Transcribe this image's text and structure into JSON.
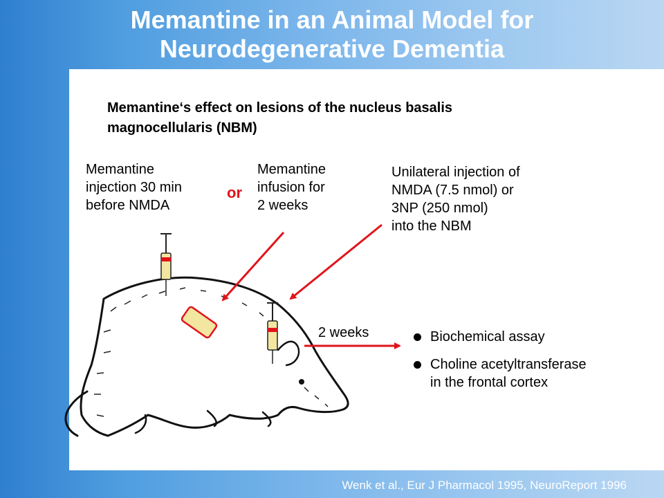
{
  "title": {
    "line1": "Memantine in an Animal Model for",
    "line2": "Neurodegenerative Dementia"
  },
  "subtitle": {
    "line1": "Memantine‘s effect on lesions of the nucleus basalis",
    "line2": "magnocellularis (NBM)"
  },
  "labels": {
    "injection": [
      "Memantine",
      "injection 30 min",
      "before NMDA"
    ],
    "or": "or",
    "infusion": [
      "Memantine",
      "infusion for",
      "2 weeks"
    ],
    "unilateral": [
      "Unilateral injection of",
      "NMDA (7.5 nmol) or",
      "3NP (250 nmol)",
      "into the NBM"
    ],
    "weeks": "2 weeks"
  },
  "bullets": [
    {
      "lines": [
        "Biochemical assay"
      ]
    },
    {
      "lines": [
        "Choline acetyltransferase",
        "in the frontal cortex"
      ]
    }
  ],
  "citation": "Wenk et al., Eur J Pharmacol 1995, NeuroReport 1996",
  "colors": {
    "arrow": "#e0141b",
    "syringe": "#f2e6a0",
    "plunger": "#e0141b"
  }
}
